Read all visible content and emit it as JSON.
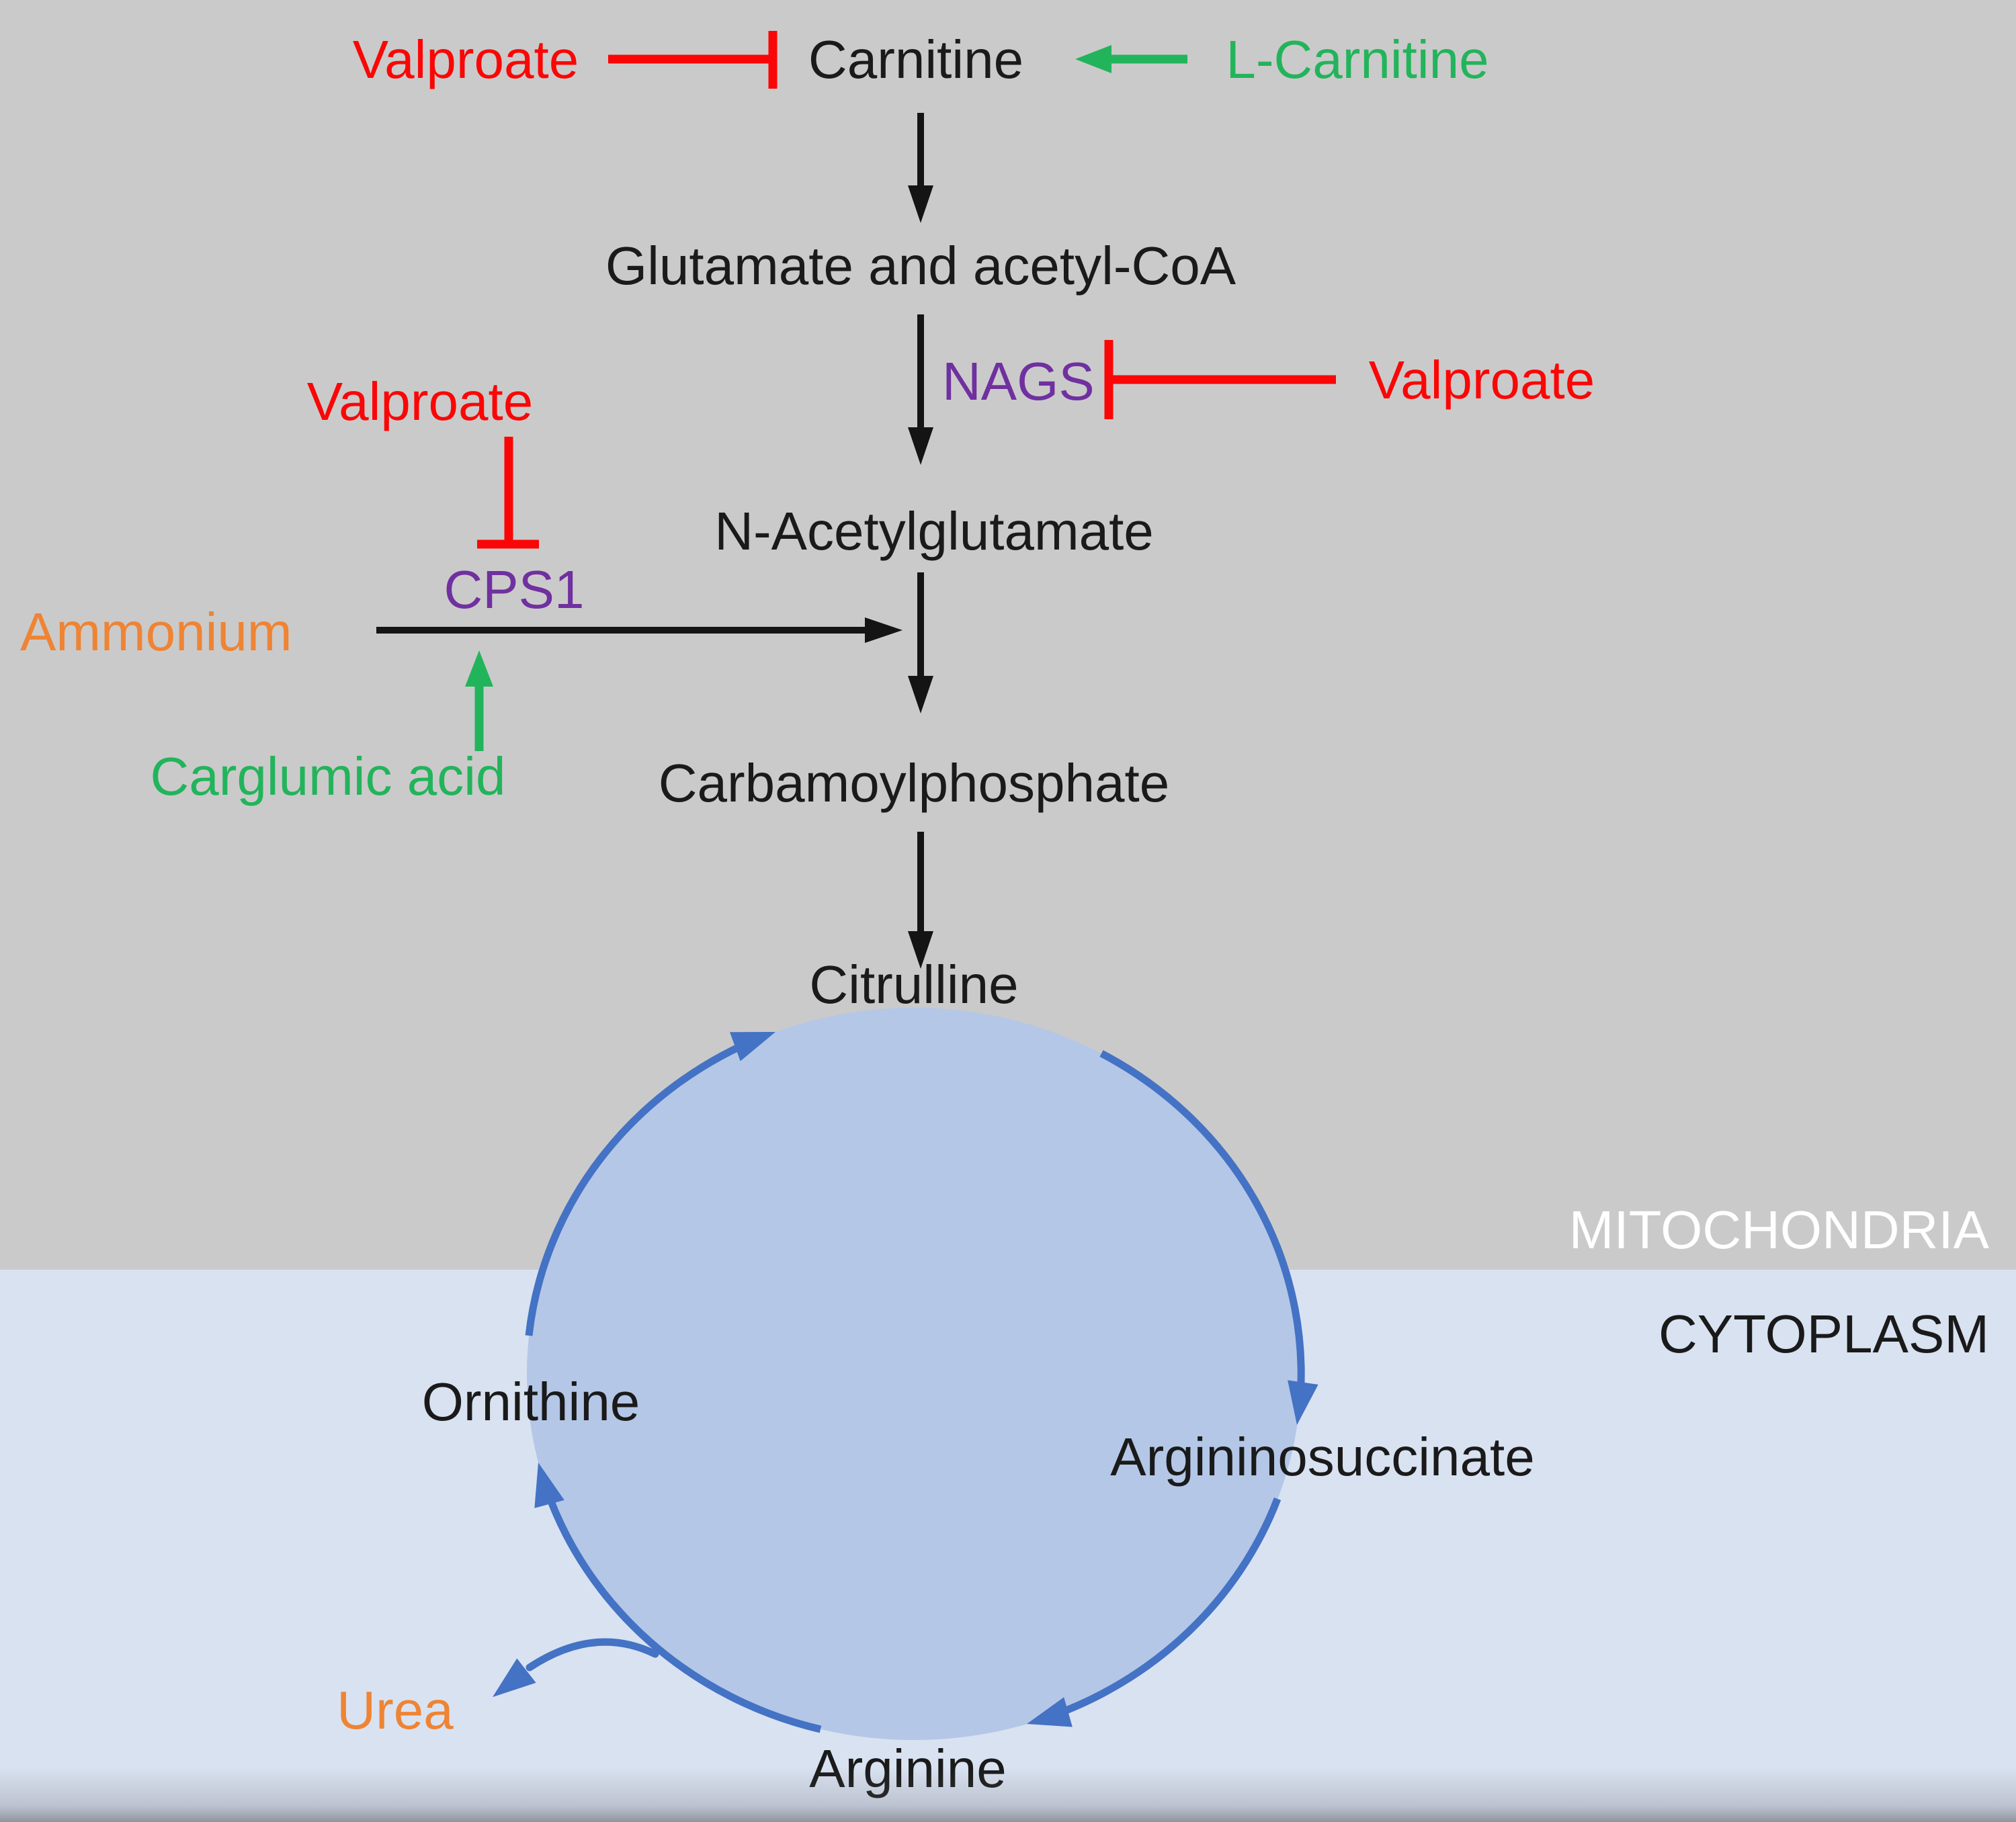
{
  "diagram": {
    "title_context": "Urea cycle pathway with valproate interactions",
    "compartments": {
      "mitochondria_label": "MITOCHONDRIA",
      "cytoplasm_label": "CYTOPLASM"
    },
    "nodes": {
      "carnitine": "Carnitine",
      "glutamate_acetylcoa": "Glutamate and acetyl-CoA",
      "n_acetylglutamate": "N-Acetylglutamate",
      "carbamoylphosphate": "Carbamoylphosphate",
      "citrulline": "Citrulline",
      "argininosuccinate": "Argininosuccinate",
      "arginine": "Arginine",
      "ornithine": "Ornithine",
      "urea": "Urea",
      "ammonium": "Ammonium"
    },
    "enzymes": {
      "nags": "NAGS",
      "cps1": "CPS1"
    },
    "drugs": {
      "valproate_carnitine": "Valproate",
      "valproate_nags": "Valproate",
      "valproate_cps1": "Valproate",
      "l_carnitine": "L-Carnitine",
      "carglumic_acid": "Carglumic acid"
    },
    "colors": {
      "mitochondria_background": "#CBCACA",
      "cytoplasm_background": "#D9E2F1",
      "cycle_fill": "#B4C7E7",
      "cycle_stroke": "#4472C4",
      "inhibitor_red": "#FB0606",
      "therapy_green": "#22B45B",
      "enzyme_purple": "#7030A0",
      "metabolite_orange": "#EE8434",
      "text_black": "#1A1A1A",
      "mitochondria_label_color": "#FFFFFF"
    }
  }
}
